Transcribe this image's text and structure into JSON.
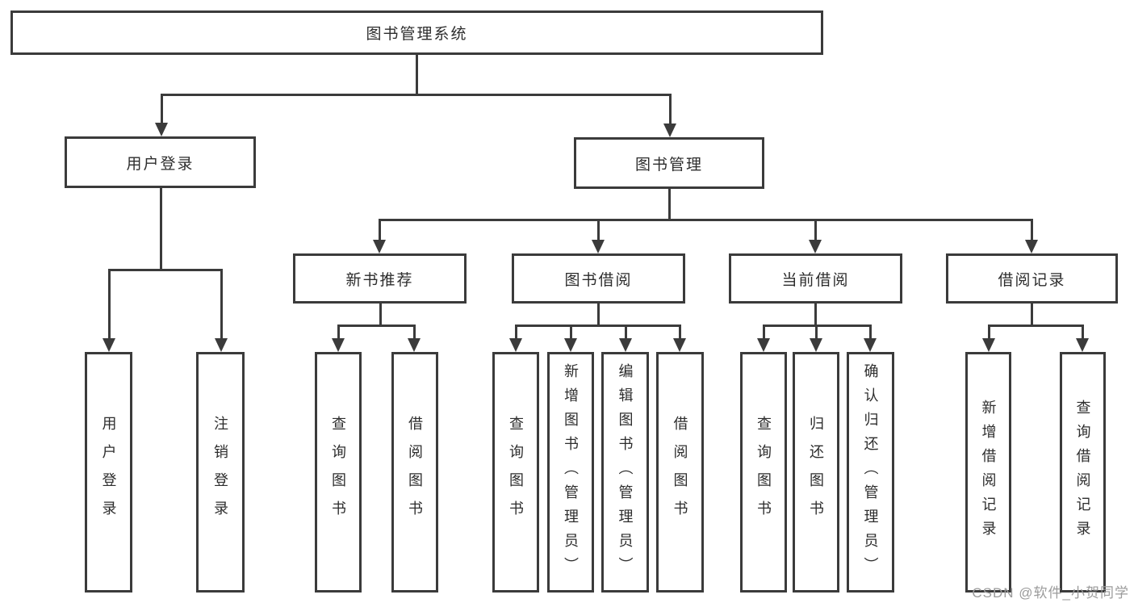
{
  "diagram": {
    "root": {
      "label": "图书管理系统",
      "children": [
        {
          "label": "用户登录",
          "children": [
            {
              "label": "用户登录"
            },
            {
              "label": "注销登录"
            }
          ]
        },
        {
          "label": "图书管理",
          "children": [
            {
              "label": "新书推荐",
              "children": [
                {
                  "label": "查询图书"
                },
                {
                  "label": "借阅图书"
                }
              ]
            },
            {
              "label": "图书借阅",
              "children": [
                {
                  "label": "查询图书"
                },
                {
                  "label": "新增图书（管理员）"
                },
                {
                  "label": "编辑图书（管理员）"
                },
                {
                  "label": "借阅图书"
                }
              ]
            },
            {
              "label": "当前借阅",
              "children": [
                {
                  "label": "查询图书"
                },
                {
                  "label": "归还图书"
                },
                {
                  "label": "确认归还（管理员）"
                }
              ]
            },
            {
              "label": "借阅记录",
              "children": [
                {
                  "label": "新增借阅记录"
                },
                {
                  "label": "查询借阅记录"
                }
              ]
            }
          ]
        }
      ]
    }
  },
  "watermark": "CSDN @软件_小贺同学",
  "colors": {
    "line": "#3b3b3b",
    "text": "#2d2d2d",
    "watermark": "#9b9b9b",
    "background": "#ffffff"
  }
}
